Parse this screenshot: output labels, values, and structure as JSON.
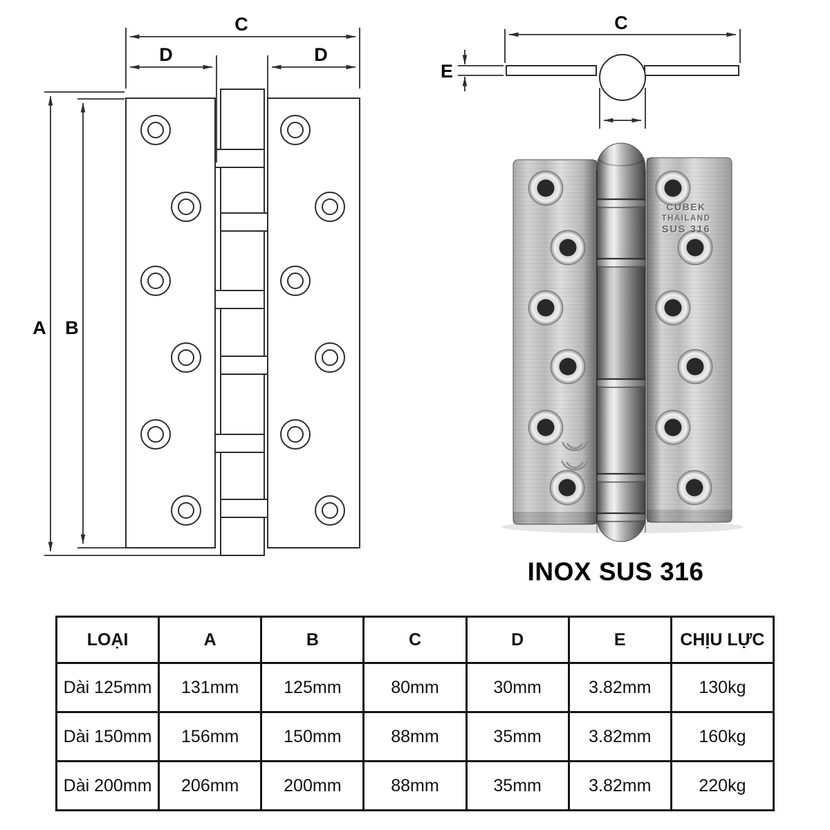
{
  "diagram": {
    "front_view": {
      "label_c": "C",
      "label_d_left": "D",
      "label_d_right": "D",
      "label_a": "A",
      "label_b": "B"
    },
    "side_view": {
      "label_c": "C",
      "label_e": "E"
    }
  },
  "photo": {
    "caption": "INOX SUS 316",
    "engraving": {
      "brand": "CUBEK",
      "line2": "THAILAND",
      "line3": "SUS 316"
    }
  },
  "spec_table": {
    "headers": [
      "LOẠI",
      "A",
      "B",
      "C",
      "D",
      "E",
      "CHỊU LỰC"
    ],
    "rows": [
      [
        "Dài 125mm",
        "131mm",
        "125mm",
        "80mm",
        "30mm",
        "3.82mm",
        "130kg"
      ],
      [
        "Dài 150mm",
        "156mm",
        "150mm",
        "88mm",
        "35mm",
        "3.82mm",
        "160kg"
      ],
      [
        "Dài 200mm",
        "206mm",
        "200mm",
        "88mm",
        "35mm",
        "3.82mm",
        "220kg"
      ]
    ]
  },
  "colors": {
    "line": "#2d2d2d",
    "table_border": "#141414",
    "text": "#000000"
  }
}
